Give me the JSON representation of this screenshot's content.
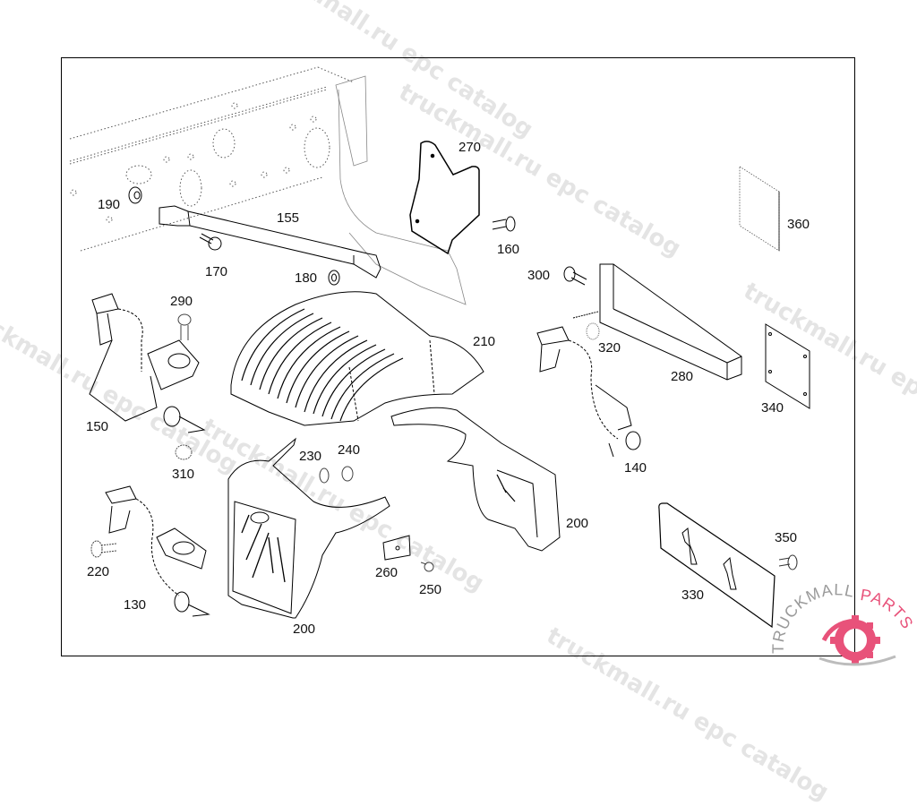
{
  "diagram": {
    "title": "Mudguard / fender bracket assembly exploded view",
    "part_labels": [
      {
        "id": "p190",
        "text": "190"
      },
      {
        "id": "p155",
        "text": "155"
      },
      {
        "id": "p170",
        "text": "170"
      },
      {
        "id": "p180",
        "text": "180"
      },
      {
        "id": "p270",
        "text": "270"
      },
      {
        "id": "p160",
        "text": "160"
      },
      {
        "id": "p300",
        "text": "300"
      },
      {
        "id": "p360",
        "text": "360"
      },
      {
        "id": "p290",
        "text": "290"
      },
      {
        "id": "p210",
        "text": "210"
      },
      {
        "id": "p320",
        "text": "320"
      },
      {
        "id": "p280",
        "text": "280"
      },
      {
        "id": "p340",
        "text": "340"
      },
      {
        "id": "p150",
        "text": "150"
      },
      {
        "id": "p140",
        "text": "140"
      },
      {
        "id": "p310",
        "text": "310"
      },
      {
        "id": "p230",
        "text": "230"
      },
      {
        "id": "p240",
        "text": "240"
      },
      {
        "id": "p200a",
        "text": "200"
      },
      {
        "id": "p220",
        "text": "220"
      },
      {
        "id": "p260",
        "text": "260"
      },
      {
        "id": "p250",
        "text": "250"
      },
      {
        "id": "p130",
        "text": "130"
      },
      {
        "id": "p200b",
        "text": "200"
      },
      {
        "id": "p350",
        "text": "350"
      },
      {
        "id": "p330",
        "text": "330"
      }
    ]
  },
  "watermark": {
    "text": "truckmall.ru epc catalog"
  },
  "logo": {
    "text_left": "TRUCKMALL",
    "text_right": "PARTS",
    "accent_color": "#e8527a",
    "gray_color": "#9a9a9a"
  }
}
